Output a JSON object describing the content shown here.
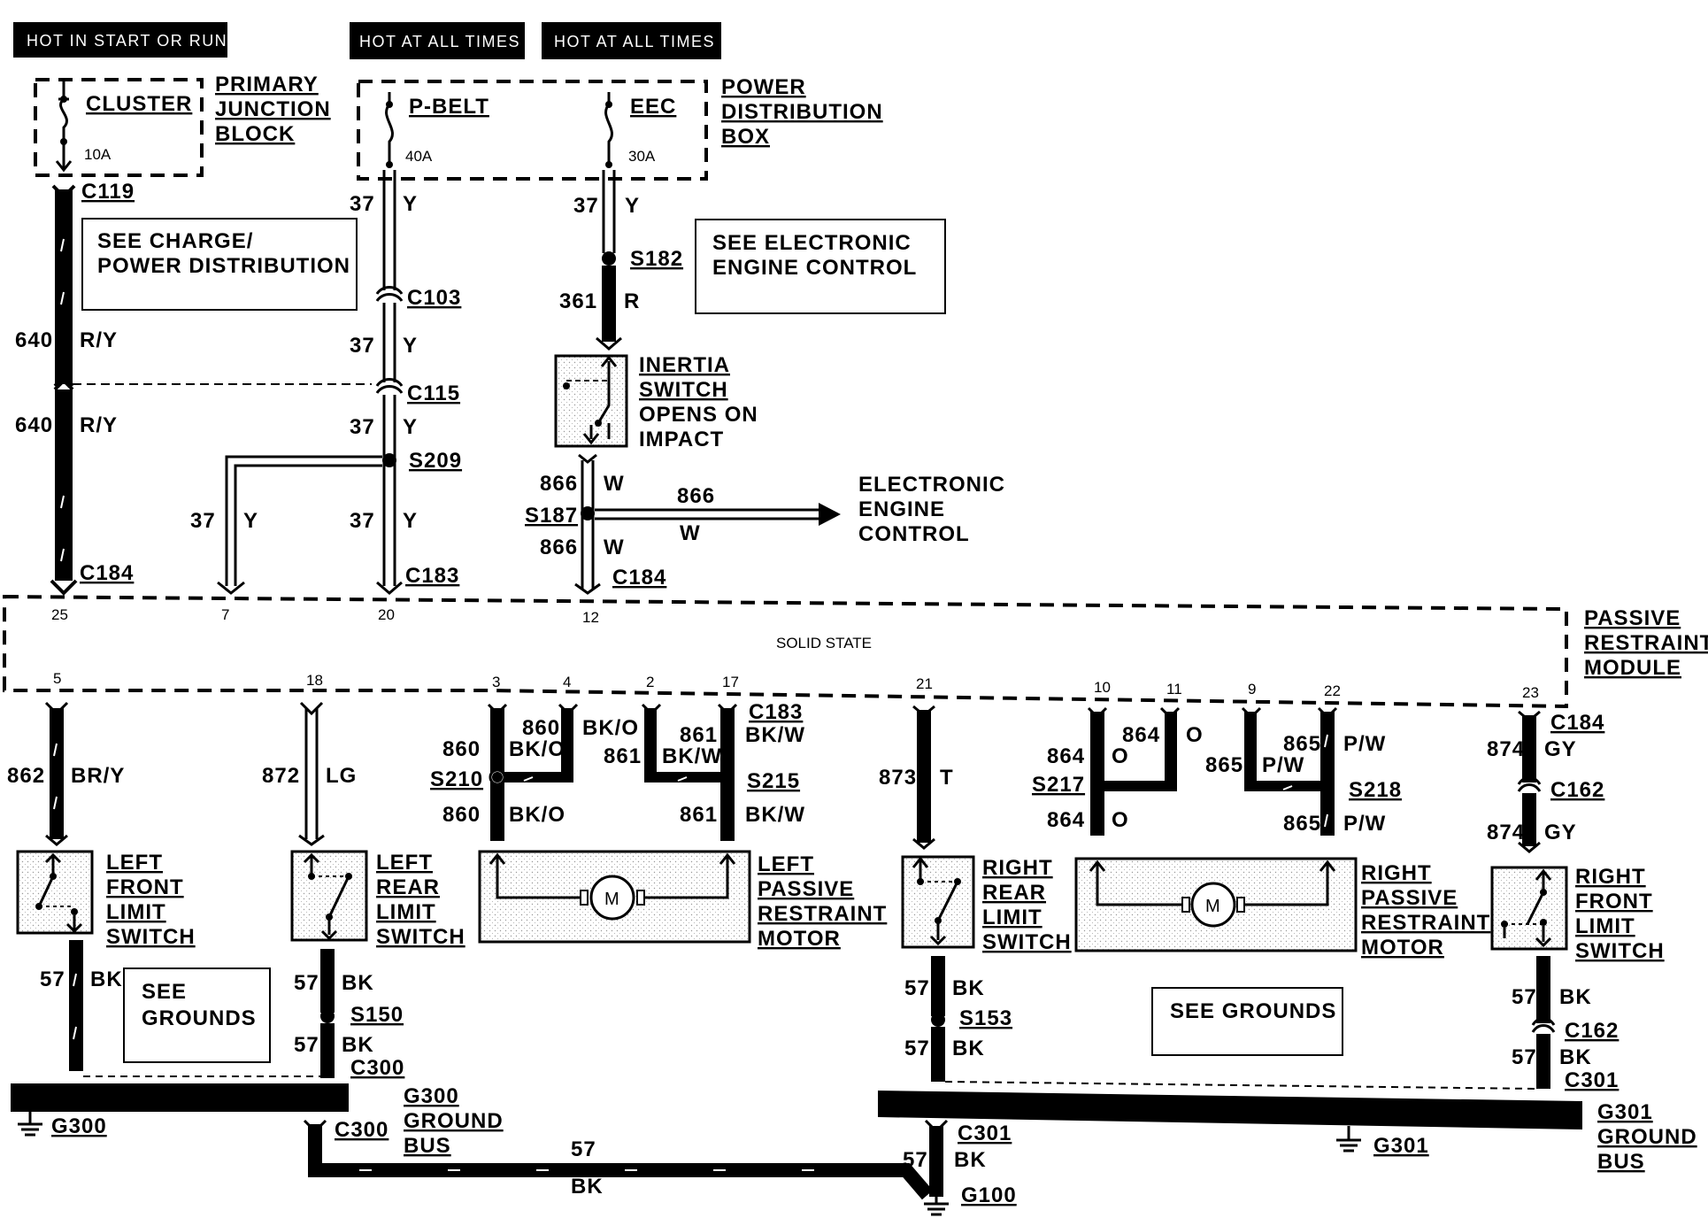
{
  "headers": {
    "hot_start_run": "HOT IN START OR RUN",
    "hot_all_1": "HOT AT ALL TIMES",
    "hot_all_2": "HOT AT ALL TIMES"
  },
  "junction_block": {
    "name_1": "PRIMARY",
    "name_2": "JUNCTION",
    "name_3": "BLOCK",
    "fuse_name": "CLUSTER",
    "fuse_rating": "10A"
  },
  "power_distribution_box": {
    "name_1": "POWER",
    "name_2": "DISTRIBUTION",
    "name_3": "BOX",
    "fuse1_name": "P-BELT",
    "fuse1_rating": "40A",
    "fuse2_name": "EEC",
    "fuse2_rating": "30A"
  },
  "notes": {
    "charge_1": "SEE CHARGE/",
    "charge_2": "POWER DISTRIBUTION",
    "eec_1": "SEE ELECTRONIC",
    "eec_2": "ENGINE CONTROL",
    "grounds_left_1": "SEE",
    "grounds_left_2": "GROUNDS",
    "grounds_right": "SEE GROUNDS"
  },
  "inertia_switch": {
    "l1": "INERTIA",
    "l2": "SWITCH",
    "l3": "OPENS ON",
    "l4": "IMPACT"
  },
  "eec_arrow": {
    "l1": "ELECTRONIC",
    "l2": "ENGINE",
    "l3": "CONTROL",
    "circuit": "866",
    "color": "W"
  },
  "module": {
    "l1": "PASSIVE",
    "l2": "RESTRAINT",
    "l3": "MODULE",
    "inner": "SOLID STATE",
    "pins_top": [
      "25",
      "7",
      "20",
      "12"
    ],
    "pins_bottom": [
      "5",
      "18",
      "3",
      "4",
      "2",
      "17",
      "21",
      "10",
      "11",
      "9",
      "22",
      "23"
    ]
  },
  "connectors": {
    "c119": "C119",
    "c103": "C103",
    "c115": "C115",
    "c184_a": "C184",
    "c183_a": "C183",
    "c184_b": "C184",
    "c183_b": "C183",
    "c184_c": "C184",
    "c162_a": "C162",
    "c162_b": "C162",
    "c300_a": "C300",
    "c300_b": "C300",
    "c301_a": "C301",
    "c301_b": "C301"
  },
  "splices": {
    "s182": "S182",
    "s209": "S209",
    "s187": "S187",
    "s210": "S210",
    "s215": "S215",
    "s217": "S217",
    "s218": "S218",
    "s150": "S150",
    "s153": "S153"
  },
  "wires": {
    "w640": "640",
    "ry": "R/Y",
    "w37": "37",
    "y": "Y",
    "w361": "361",
    "r": "R",
    "w866": "866",
    "w": "W",
    "w862": "862",
    "bry": "BR/Y",
    "w872": "872",
    "lg": "LG",
    "w860": "860",
    "bko": "BK/O",
    "w861": "861",
    "bkw": "BK/W",
    "w873": "873",
    "t": "T",
    "w864": "864",
    "o": "O",
    "w865": "865",
    "pw": "P/W",
    "w874": "874",
    "gy": "GY",
    "w57": "57",
    "bk": "BK"
  },
  "components": {
    "lf_1": "LEFT",
    "lf_2": "FRONT",
    "lf_3": "LIMIT",
    "lf_4": "SWITCH",
    "lr_1": "LEFT",
    "lr_2": "REAR",
    "lr_3": "LIMIT",
    "lr_4": "SWITCH",
    "lm_1": "LEFT",
    "lm_2": "PASSIVE",
    "lm_3": "RESTRAINT",
    "lm_4": "MOTOR",
    "rr_1": "RIGHT",
    "rr_2": "REAR",
    "rr_3": "LIMIT",
    "rr_4": "SWITCH",
    "rm_1": "RIGHT",
    "rm_2": "PASSIVE",
    "rm_3": "RESTRAINT",
    "rm_4": "MOTOR",
    "rf_1": "RIGHT",
    "rf_2": "FRONT",
    "rf_3": "LIMIT",
    "rf_4": "SWITCH",
    "motor_symbol": "M"
  },
  "grounds": {
    "g300": "G300",
    "g301": "G301",
    "g100": "G100",
    "g300_bus_1": "G300",
    "g300_bus_2": "GROUND",
    "g300_bus_3": "BUS",
    "g301_bus_1": "G301",
    "g301_bus_2": "GROUND",
    "g301_bus_3": "BUS"
  }
}
